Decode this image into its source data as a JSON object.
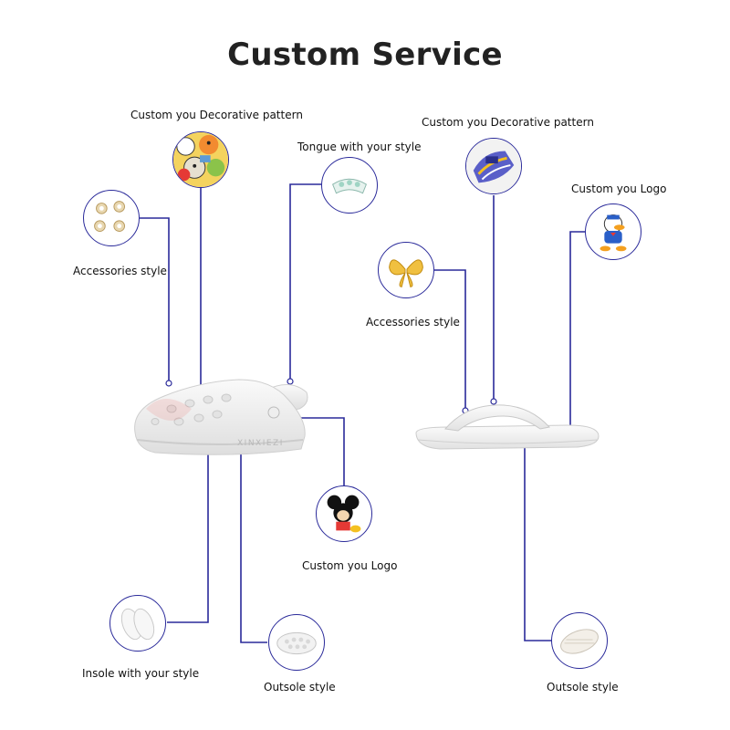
{
  "title": "Custom Service",
  "left_product": {
    "watermark": "XINXIEZI",
    "callouts": {
      "decorative_pattern": "Custom you Decorative pattern",
      "tongue": "Tongue with your style",
      "accessories": "Accessories style",
      "logo": "Custom you Logo",
      "insole": "Insole with your style",
      "outsole": "Outsole style"
    }
  },
  "right_product": {
    "callouts": {
      "decorative_pattern": "Custom you Decorative pattern",
      "logo": "Custom you Logo",
      "accessories": "Accessories style",
      "outsole": "Outsole style"
    }
  },
  "colors": {
    "connector": "#2a2a9a",
    "title": "#222222",
    "accent_red": "#e53935"
  }
}
